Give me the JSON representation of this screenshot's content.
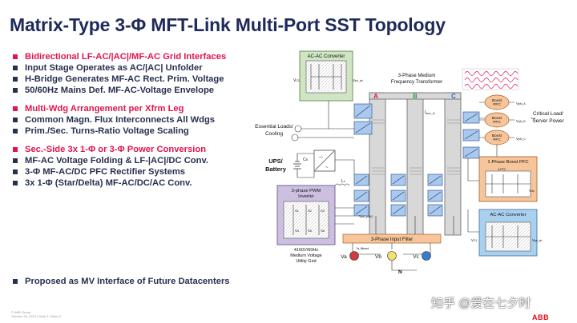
{
  "title": "Matrix-Type 3-Φ MFT-Link Multi-Port SST Topology",
  "bullet_groups": [
    {
      "items": [
        {
          "text": "Bidirectional LF-AC/|AC|/MF-AC Grid Interfaces",
          "highlight": true
        },
        {
          "text": "Input Stage Operates as AC/|AC| Unfolder",
          "highlight": false
        },
        {
          "text": "H-Bridge Generates MF-AC Rect. Prim. Voltage",
          "highlight": false
        },
        {
          "text": "50/60Hz Mains Def. MF-AC-Voltage Envelope",
          "highlight": false
        }
      ]
    },
    {
      "items": [
        {
          "text": "Multi-Wdg Arrangement per Xfrm Leg",
          "highlight": true
        },
        {
          "text": "Common Magn. Flux Interconnects All Wdgs",
          "highlight": false
        },
        {
          "text": "Prim./Sec. Turns-Ratio Voltage Scaling",
          "highlight": false
        }
      ]
    },
    {
      "items": [
        {
          "text": "Sec.-Side 3x 1-Φ or 3-Φ Power Conversion",
          "highlight": true
        },
        {
          "text": "MF-AC Voltage Folding & LF-|AC|/DC Conv.",
          "highlight": false
        },
        {
          "text": "3-Φ MF-AC/DC PFC Rectifier Systems",
          "highlight": false
        },
        {
          "text": "3x 1-Φ (Star/Delta) MF-AC/DC/AC Conv.",
          "highlight": false
        }
      ]
    }
  ],
  "bottom_bullet": "Proposed as MV Interface of Future Datacenters",
  "diagram": {
    "ac_ac_top": "AC-AC Converter",
    "v_c1": "V",
    "transformer_title": "3-Phase Medium Frequency Transformer",
    "phase_labels": [
      "A",
      "B",
      "C"
    ],
    "i_sec_a": "I",
    "essential_loads": "Essential Loads/ Cooling",
    "ups_battery": "UPS/ Battery",
    "c_b": "C",
    "l_s": "L",
    "pwm_inverter": "3-phase PWM Inverter",
    "pwm_switches": [
      "S1",
      "S2",
      "S3",
      "S4",
      "S5",
      "S6"
    ],
    "boost_pfc": "Boost PFC",
    "v_pfc_labels": [
      "V",
      "V",
      "V"
    ],
    "critical_load": "Critical Load/ Server Power",
    "one_phase_boost": "1-Phase Boost PFC",
    "l_pfc": "L",
    "v_dc": "V",
    "ac_ac_bottom": "AC-AC Converter",
    "input_filter": "3-Phase Input Filter",
    "grid_label": "4160V/60Hz Medium Voltage Utility Grid",
    "sources": [
      "Va",
      "Vb",
      "Vc"
    ],
    "n_label": "N",
    "i_a_filtered": "I",
    "v_pri": "V"
  },
  "watermark": "知乎 @爱在七夕时",
  "logo": "ABB",
  "footer_lines": [
    "© ABB Group",
    "October 28, 2015 | Slide 3 | Slide 3"
  ],
  "colors": {
    "title": "#1e2a5a",
    "highlight": "#e2134f",
    "text": "#26304f"
  }
}
